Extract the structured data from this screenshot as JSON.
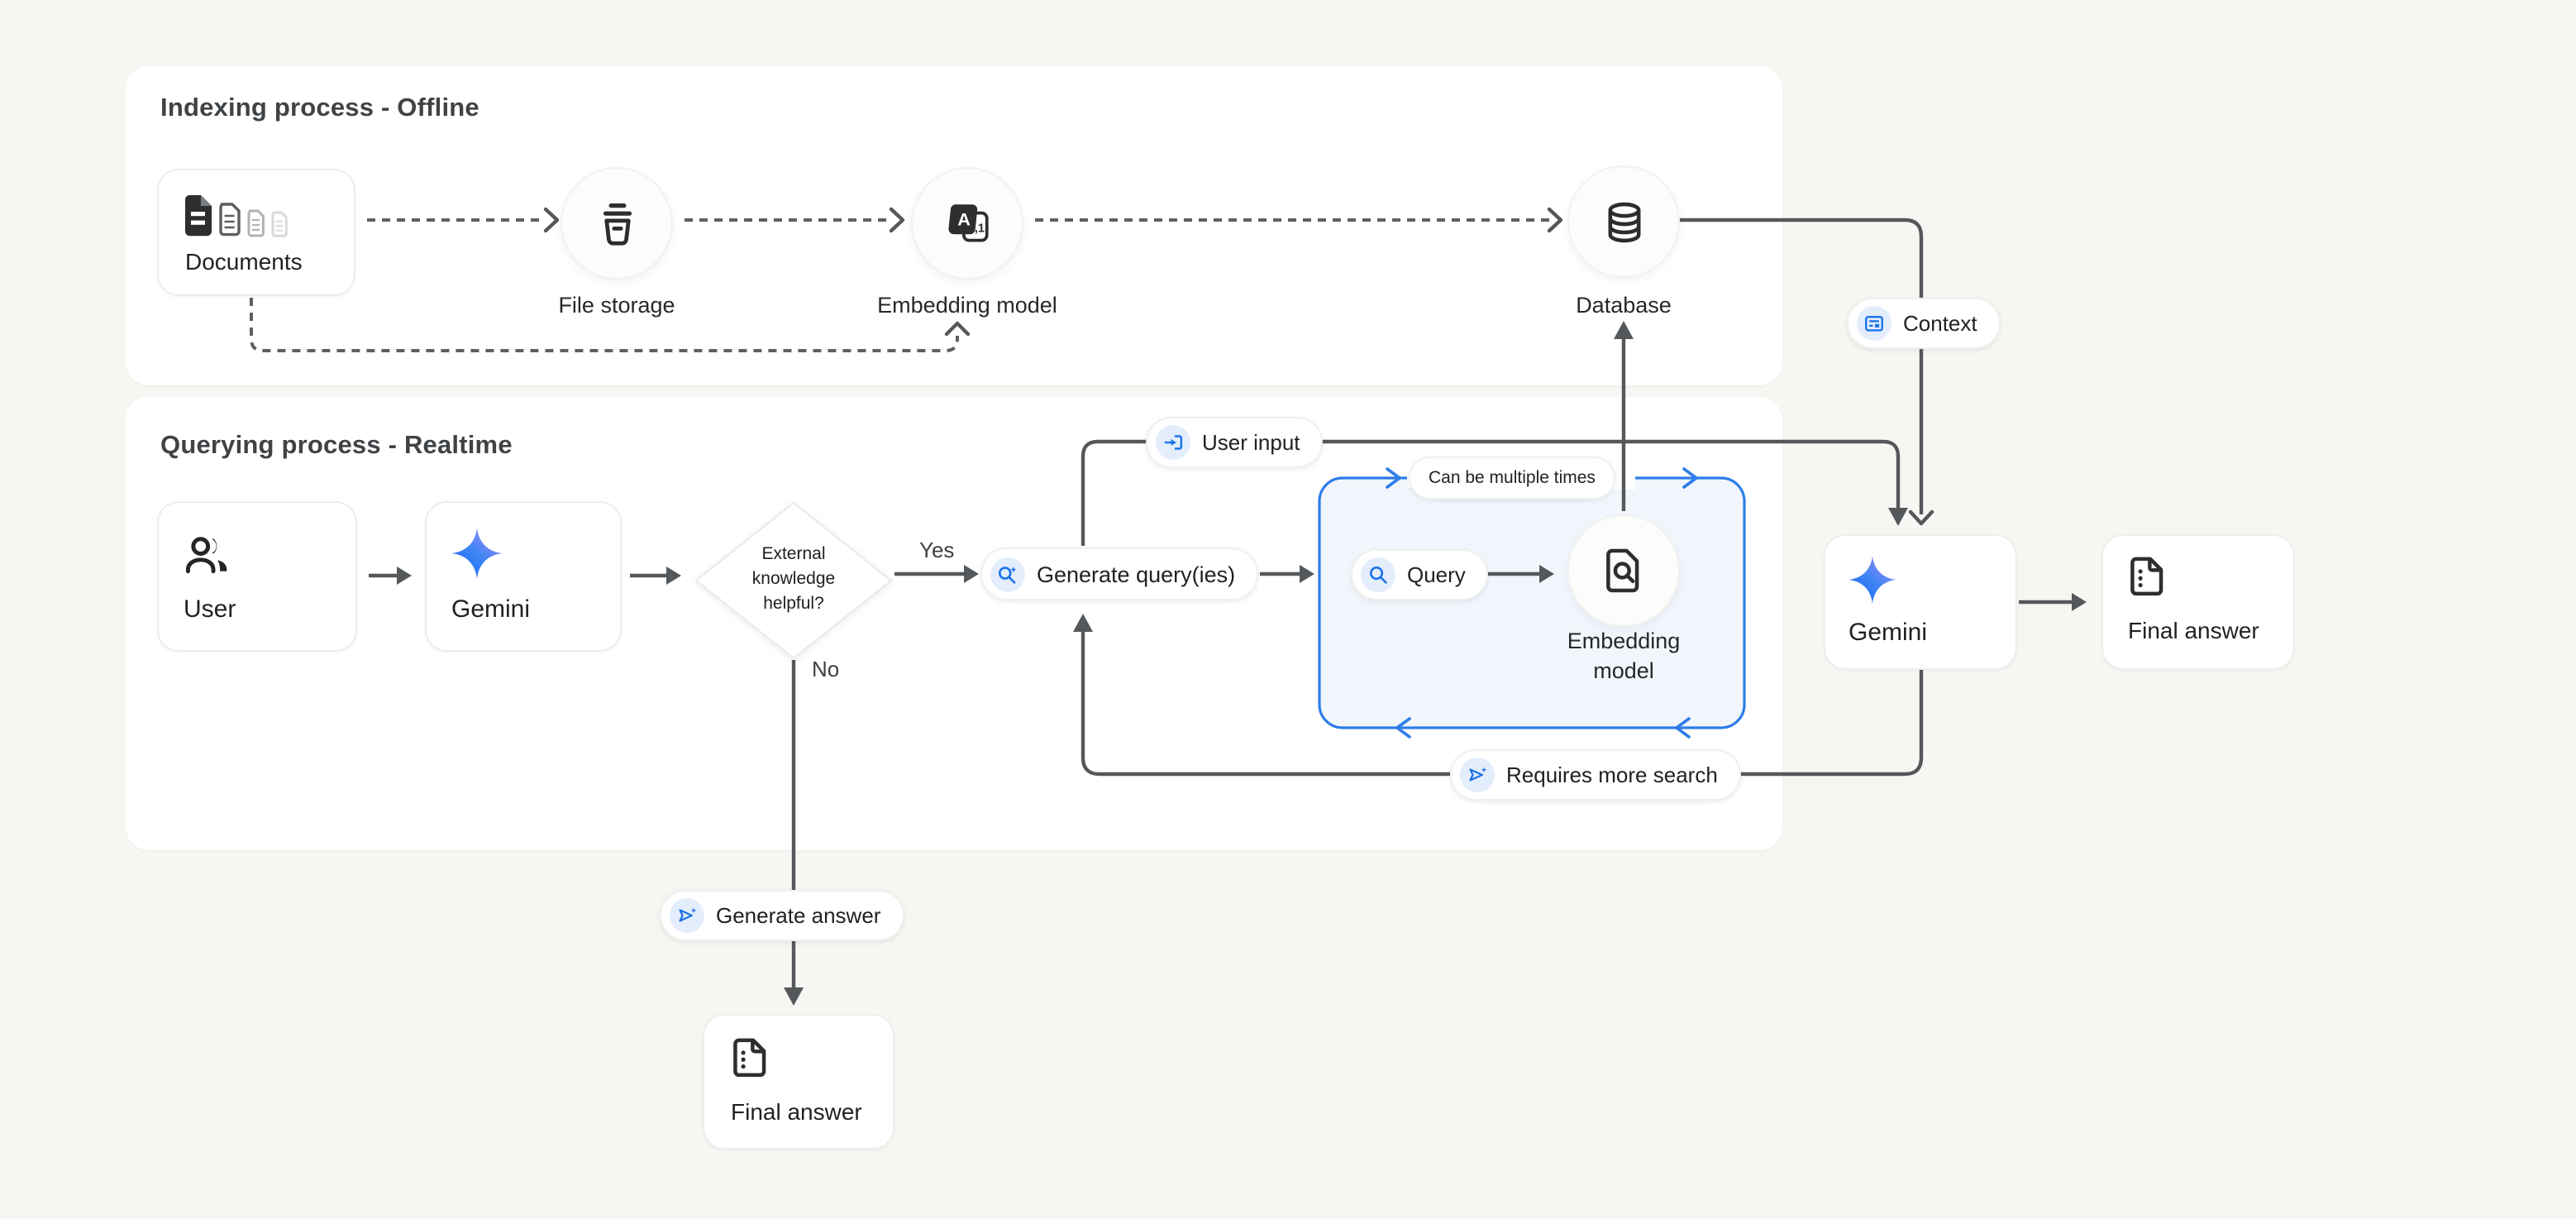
{
  "panels": {
    "indexing": {
      "title": "Indexing process - Offline"
    },
    "querying": {
      "title": "Querying process - Realtime"
    }
  },
  "nodes": {
    "documents": {
      "label": "Documents"
    },
    "file_storage": {
      "label": "File storage"
    },
    "embedding_model_indexing": {
      "label": "Embedding model"
    },
    "database": {
      "label": "Database"
    },
    "user": {
      "label": "User"
    },
    "gemini_querying": {
      "label": "Gemini"
    },
    "decision": {
      "question": "External knowledge helpful?",
      "lines": [
        "External",
        "knowledge",
        "helpful?"
      ]
    },
    "generate_queries": {
      "label": "Generate query(ies)"
    },
    "query": {
      "label": "Query"
    },
    "embedding_model_querying": {
      "lines": [
        "Embedding",
        "model"
      ]
    },
    "final_answer_no_branch": {
      "label": "Final answer"
    },
    "gemini_answer": {
      "label": "Gemini"
    },
    "final_answer_main": {
      "label": "Final answer"
    }
  },
  "edge_labels": {
    "yes": "Yes",
    "no": "No",
    "context": "Context",
    "user_input": "User input",
    "can_be_multiple_times": "Can be multiple times",
    "requires_more_search": "Requires more search",
    "generate_answer": "Generate answer"
  },
  "colors": {
    "accent_blue": "#1a73e8",
    "chip_background": "#e3edfc",
    "loop_box_fill": "#f1f6fd",
    "loop_box_border": "#2e7ce8",
    "connector_gray": "#55585b",
    "panel_background": "#ffffff",
    "page_background": "#f7f6f3",
    "text_primary": "#202124",
    "text_secondary": "#3c4043"
  }
}
